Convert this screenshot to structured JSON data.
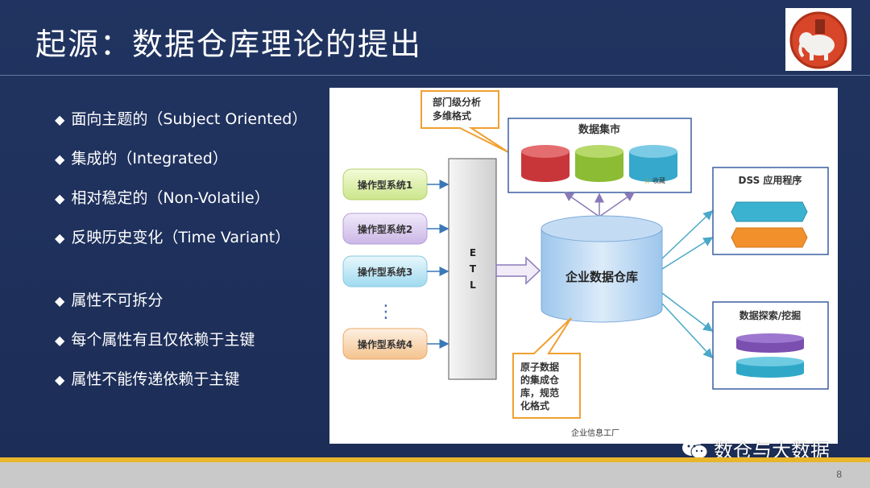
{
  "slide": {
    "title": "起源：数据仓库理论的提出",
    "page_number": "8",
    "watermark": "数仓与大数据"
  },
  "bullets": [
    "面向主题的（Subject Oriented）",
    "集成的（Integrated）",
    "相对稳定的（Non-Volatile）",
    "反映历史变化（Time Variant）",
    "属性不可拆分",
    "每个属性有且仅依赖于主键",
    "属性不能传递依赖于主键"
  ],
  "bullet_marker": "◆",
  "diagram": {
    "sources": [
      "操作型系统1",
      "操作型系统2",
      "操作型系统3",
      "操作型系统4"
    ],
    "ellipsis": "⋮",
    "etl": [
      "E",
      "T",
      "L"
    ],
    "warehouse": "企业数据仓库",
    "datamart": {
      "title": "数据集市",
      "tag": "收藏"
    },
    "callout_top": [
      "部门级分析",
      "多维格式"
    ],
    "callout_bottom": [
      "原子数据",
      "的集成仓",
      "库，规范",
      "化格式"
    ],
    "dss": "DSS 应用程序",
    "mining": "数据探索/挖掘",
    "caption": "企业信息工厂"
  },
  "colors": {
    "background": "#1e2f57",
    "accent_gold": "#e8b62a",
    "arrow_blue": "#4a8fc2"
  }
}
